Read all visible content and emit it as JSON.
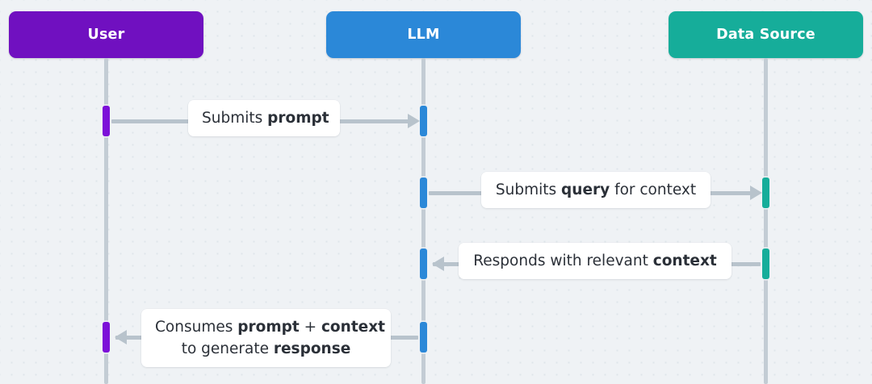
{
  "diagram": {
    "type": "sequence-diagram",
    "background_color": "#eff2f5",
    "dot_grid_color": "#dfe5ea",
    "lifeline_color": "#c3ccd4",
    "arrow_color": "#b8c3cc",
    "label_text_color": "#2b3038",
    "label_box_color": "#ffffff"
  },
  "participants": [
    {
      "id": "user",
      "label": "User",
      "color": "#7010c0"
    },
    {
      "id": "llm",
      "label": "LLM",
      "color": "#2b88d8"
    },
    {
      "id": "data",
      "label": "Data Source",
      "color": "#16ad9a"
    }
  ],
  "messages": [
    {
      "index": 1,
      "from": "user",
      "to": "llm",
      "direction": "right",
      "lines": [
        [
          {
            "text": "Submits ",
            "bold": false
          },
          {
            "text": "prompt",
            "bold": true
          }
        ]
      ],
      "plain_text": "Submits prompt"
    },
    {
      "index": 2,
      "from": "llm",
      "to": "data",
      "direction": "right",
      "lines": [
        [
          {
            "text": "Submits ",
            "bold": false
          },
          {
            "text": "query",
            "bold": true
          },
          {
            "text": " for context",
            "bold": false
          }
        ]
      ],
      "plain_text": "Submits query for context"
    },
    {
      "index": 3,
      "from": "data",
      "to": "llm",
      "direction": "left",
      "lines": [
        [
          {
            "text": "Responds with relevant ",
            "bold": false
          },
          {
            "text": "context",
            "bold": true
          }
        ]
      ],
      "plain_text": "Responds with relevant context"
    },
    {
      "index": 4,
      "from": "llm",
      "to": "user",
      "direction": "left",
      "lines": [
        [
          {
            "text": "Consumes ",
            "bold": false
          },
          {
            "text": "prompt",
            "bold": true
          },
          {
            "text": " + ",
            "bold": false
          },
          {
            "text": "context",
            "bold": true
          }
        ],
        [
          {
            "text": "to generate ",
            "bold": false
          },
          {
            "text": "response",
            "bold": true
          }
        ]
      ],
      "plain_text": "Consumes prompt + context to generate response"
    }
  ]
}
